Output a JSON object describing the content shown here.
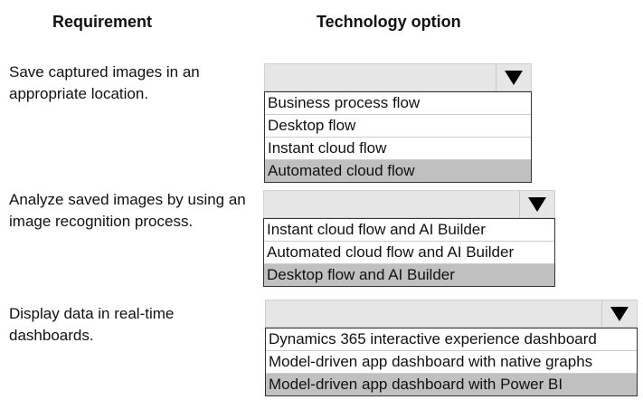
{
  "headers": {
    "requirement": "Requirement",
    "technology": "Technology option"
  },
  "rows": [
    {
      "requirement": "Save captured images in an appropriate location.",
      "options": [
        "Business process flow",
        "Desktop flow",
        "Instant cloud flow",
        "Automated cloud flow"
      ],
      "selected": 3
    },
    {
      "requirement": "Analyze saved images by using an image recognition process.",
      "options": [
        "Instant cloud flow and AI Builder",
        "Automated cloud flow and AI Builder",
        "Desktop flow and AI Builder"
      ],
      "selected": 2
    },
    {
      "requirement": "Display data in real-time dashboards.",
      "options": [
        "Dynamics 365 interactive experience dashboard",
        "Model-driven app dashboard with native graphs",
        "Model-driven app dashboard with Power BI"
      ],
      "selected": 2
    }
  ]
}
